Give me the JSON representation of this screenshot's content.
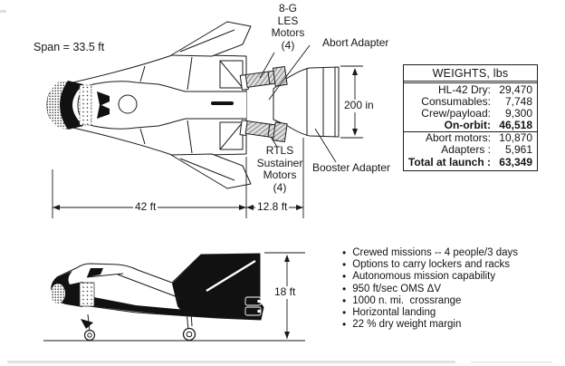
{
  "figure": {
    "subject": "HL-42 lifting-body vehicle three-view diagram"
  },
  "top_view": {
    "span_label": "Span = 33.5 ft",
    "les_motors_label": [
      "8-G",
      "LES",
      "Motors",
      "(4)"
    ],
    "abort_adapter_label": "Abort Adapter",
    "rtls_motors_label": [
      "RTLS",
      "Sustainer",
      "Motors",
      "(4)"
    ],
    "booster_adapter_label": "Booster Adapter",
    "dimensions": {
      "adapter_diameter": "200 in",
      "vehicle_length": "42 ft",
      "adapter_length": "12.8 ft"
    }
  },
  "side_view": {
    "dimensions": {
      "height": "18 ft"
    }
  },
  "weights_table": {
    "title": "WEIGHTS, lbs",
    "rows": [
      {
        "label": "HL-42 Dry:",
        "value": "29,470"
      },
      {
        "label": "Consumables:",
        "value": "7,748"
      },
      {
        "label": "Crew/payload:",
        "value": "9,300"
      },
      {
        "label": "On-orbit:",
        "value": "46,518"
      },
      {
        "label": "Abort motors:",
        "value": "10,870"
      },
      {
        "label": "Adapters :",
        "value": "5,961"
      },
      {
        "label": "Total at launch :",
        "value": "63,349"
      }
    ]
  },
  "features": [
    "Crewed missions -- 4 people/3 days",
    "Options to carry lockers and racks",
    "Autonomous mission capability",
    "950 ft/sec OMS ΔV",
    "1000 n. mi.  crossrange",
    "Horizontal landing",
    "22 % dry weight margin"
  ],
  "colors": {
    "ink": "#1a1a1a",
    "paper": "#ffffff"
  }
}
